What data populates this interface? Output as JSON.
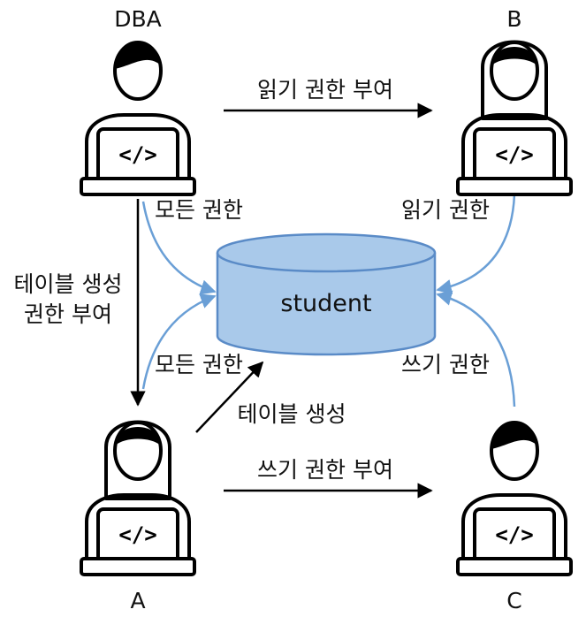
{
  "nodes": {
    "dba": "DBA",
    "b": "B",
    "a": "A",
    "c": "C"
  },
  "database": {
    "label": "student"
  },
  "edges": {
    "dba_to_b": "읽기 권한 부여",
    "dba_to_a_line1": "테이블 생성",
    "dba_to_a_line2": "권한 부여",
    "a_to_c": "쓰기 권한 부여",
    "a_to_db": "테이블 생성",
    "dba_db": "모든 권한",
    "b_db": "읽기 권한",
    "a_db": "모든 권한",
    "c_db": "쓰기 권한"
  },
  "colors": {
    "icon_stroke": "#000000",
    "db_fill": "#a9c9ea",
    "db_stroke": "#5a8bc7",
    "blue_arrow": "#6a9fd6",
    "black_arrow": "#000000"
  }
}
